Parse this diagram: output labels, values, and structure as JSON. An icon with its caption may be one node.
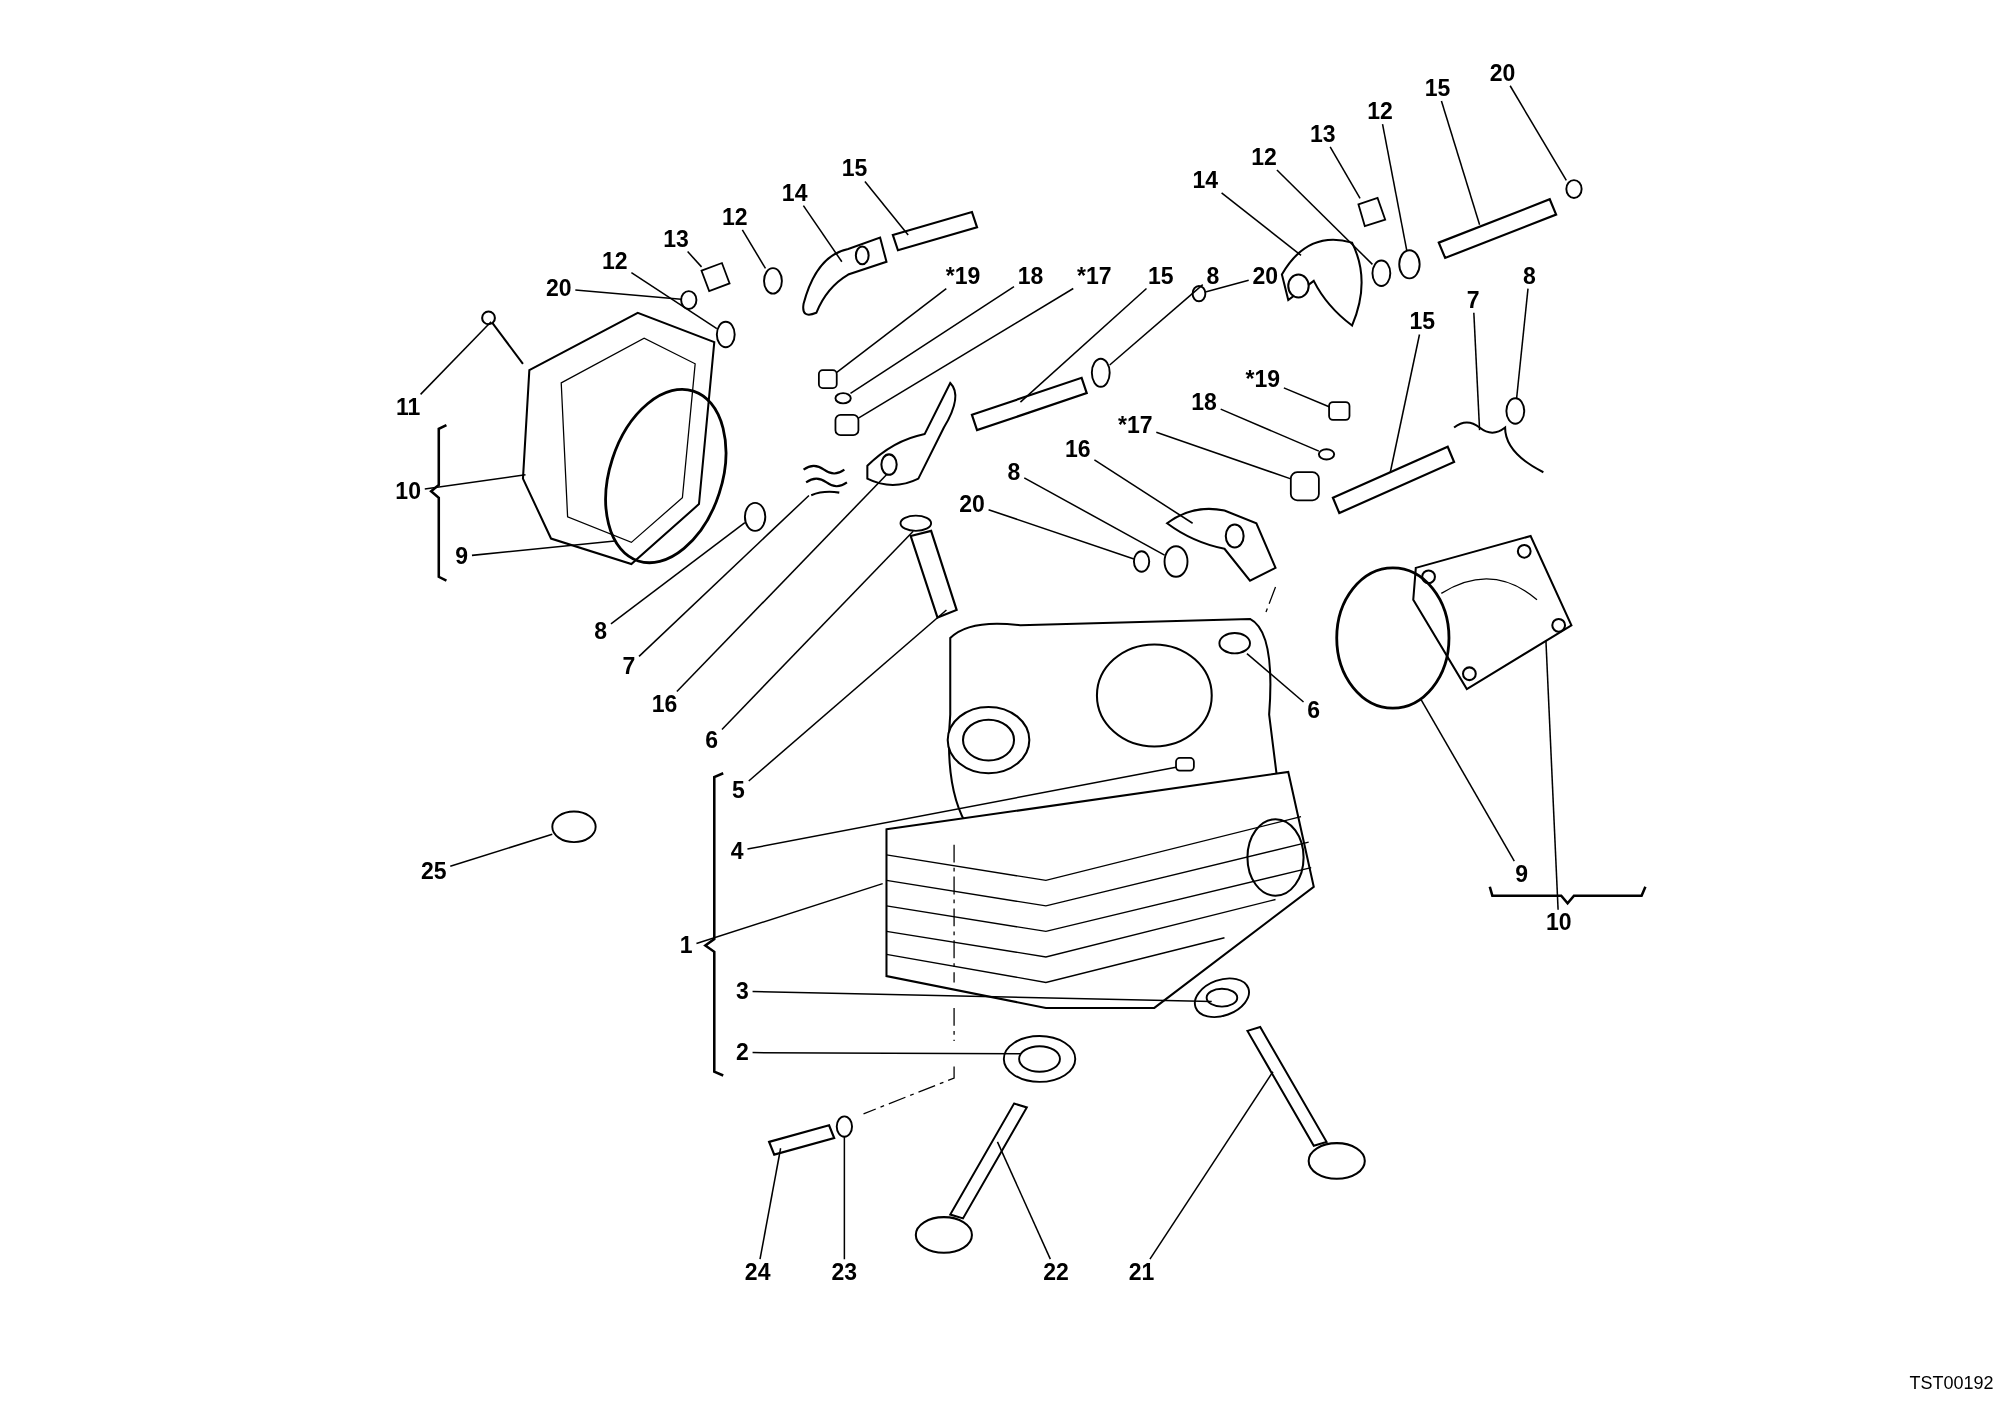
{
  "diagram": {
    "nodes": [
      {
        "text": [
          "15"
        ]
      },
      {
        "text": [
          "14"
        ]
      },
      {
        "text": [
          "12"
        ]
      },
      {
        "text": [
          "13"
        ]
      },
      {
        "text": [
          "12"
        ]
      },
      {
        "text": [
          "20"
        ]
      },
      {
        "text": [
          "*19"
        ]
      },
      {
        "text": [
          "18"
        ]
      },
      {
        "text": [
          "*17"
        ]
      },
      {
        "text": [
          "15"
        ]
      },
      {
        "text": [
          "8"
        ]
      },
      {
        "text": [
          "20"
        ]
      },
      {
        "text": [
          "11"
        ]
      },
      {
        "text": [
          "10"
        ]
      },
      {
        "text": [
          "9"
        ]
      },
      {
        "text": [
          "8"
        ]
      },
      {
        "text": [
          "7"
        ]
      },
      {
        "text": [
          "16"
        ]
      },
      {
        "text": [
          "6"
        ]
      },
      {
        "text": [
          "5"
        ]
      },
      {
        "text": [
          "4"
        ]
      },
      {
        "text": [
          "1"
        ]
      },
      {
        "text": [
          "3"
        ]
      },
      {
        "text": [
          "2"
        ]
      },
      {
        "text": [
          "25"
        ]
      },
      {
        "text": [
          "24"
        ]
      },
      {
        "text": [
          "23"
        ]
      },
      {
        "text": [
          "22"
        ]
      },
      {
        "text": [
          "21"
        ]
      },
      {
        "text": [
          "20"
        ]
      },
      {
        "text": [
          "15"
        ]
      },
      {
        "text": [
          "12"
        ]
      },
      {
        "text": [
          "13"
        ]
      },
      {
        "text": [
          "12"
        ]
      },
      {
        "text": [
          "14"
        ]
      },
      {
        "text": [
          "8"
        ]
      },
      {
        "text": [
          "7"
        ]
      },
      {
        "text": [
          "15"
        ]
      },
      {
        "text": [
          "*19"
        ]
      },
      {
        "text": [
          "18"
        ]
      },
      {
        "text": [
          "*17"
        ]
      },
      {
        "text": [
          "16"
        ]
      },
      {
        "text": [
          "8"
        ]
      },
      {
        "text": [
          "20"
        ]
      },
      {
        "text": [
          "6"
        ]
      },
      {
        "text": [
          "9"
        ]
      },
      {
        "text": [
          "10"
        ]
      },
      {
        "text": [],
        "shape": "bar"
      },
      {
        "text": [],
        "shape": "picture"
      },
      {
        "text": [],
        "shape": "circle"
      },
      {
        "text": [],
        "shape": "box"
      },
      {
        "text": [],
        "shape": "circle"
      },
      {
        "text": [],
        "shape": "circle"
      },
      {
        "text": [],
        "shape": "box"
      },
      {
        "text": [],
        "shape": "circle"
      },
      {
        "text": [],
        "shape": "box"
      },
      {
        "text": [],
        "shape": "bar"
      },
      {
        "text": [],
        "shape": "circle"
      },
      {
        "text": [],
        "shape": "circle"
      },
      {
        "text": [],
        "shape": "picture"
      },
      {
        "text": [],
        "shape": "picture"
      },
      {
        "text": [],
        "shape": "circle"
      },
      {
        "text": [],
        "shape": "circle"
      },
      {
        "text": [],
        "shape": "picture"
      },
      {
        "text": [],
        "shape": "picture"
      },
      {
        "text": [],
        "shape": "circle"
      },
      {
        "text": [],
        "shape": "bar"
      },
      {
        "text": [],
        "shape": "box"
      },
      {
        "text": [],
        "shape": "picture"
      },
      {
        "text": [],
        "shape": "circle"
      },
      {
        "text": [],
        "shape": "circle"
      },
      {
        "text": [],
        "shape": "circle"
      },
      {
        "text": [],
        "shape": "bar"
      },
      {
        "text": [],
        "shape": "circle"
      },
      {
        "text": [],
        "shape": "picture"
      },
      {
        "text": [],
        "shape": "picture"
      },
      {
        "text": [],
        "shape": "circle"
      },
      {
        "text": [],
        "shape": "bar"
      },
      {
        "text": [],
        "shape": "circle"
      },
      {
        "text": [],
        "shape": "box"
      },
      {
        "text": [],
        "shape": "circle"
      },
      {
        "text": [],
        "shape": "picture"
      },
      {
        "text": [],
        "shape": "circle"
      },
      {
        "text": [],
        "shape": "picture"
      },
      {
        "text": [],
        "shape": "bar"
      },
      {
        "text": [],
        "shape": "box"
      },
      {
        "text": [],
        "shape": "circle"
      },
      {
        "text": [],
        "shape": "box"
      },
      {
        "text": [],
        "shape": "picture"
      },
      {
        "text": [],
        "shape": "circle"
      },
      {
        "text": [],
        "shape": "circle"
      },
      {
        "text": [],
        "shape": "circle"
      },
      {
        "text": [],
        "shape": "circle"
      },
      {
        "text": [],
        "shape": "picture"
      }
    ],
    "edges": [
      {
        "from": 0,
        "to": 47,
        "arrow": "none"
      },
      {
        "from": 1,
        "to": 48,
        "arrow": "none"
      },
      {
        "from": 2,
        "to": 49,
        "arrow": "none"
      },
      {
        "from": 3,
        "to": 50,
        "arrow": "none"
      },
      {
        "from": 4,
        "to": 51,
        "arrow": "none"
      },
      {
        "from": 5,
        "to": 52,
        "arrow": "none"
      },
      {
        "from": 6,
        "to": 53,
        "arrow": "none"
      },
      {
        "from": 7,
        "to": 54,
        "arrow": "none"
      },
      {
        "from": 8,
        "to": 55,
        "arrow": "none"
      },
      {
        "from": 9,
        "to": 56,
        "arrow": "none"
      },
      {
        "from": 10,
        "to": 57,
        "arrow": "none"
      },
      {
        "from": 11,
        "to": 58,
        "arrow": "none"
      },
      {
        "from": 12,
        "to": 59,
        "arrow": "none"
      },
      {
        "from": 13,
        "to": 60,
        "arrow": "none"
      },
      {
        "from": 14,
        "to": 61,
        "arrow": "none"
      },
      {
        "from": 15,
        "to": 62,
        "arrow": "none"
      },
      {
        "from": 16,
        "to": 63,
        "arrow": "none"
      },
      {
        "from": 17,
        "to": 64,
        "arrow": "none"
      },
      {
        "from": 18,
        "to": 65,
        "arrow": "none"
      },
      {
        "from": 19,
        "to": 66,
        "arrow": "none"
      },
      {
        "from": 20,
        "to": 67,
        "arrow": "none"
      },
      {
        "from": 21,
        "to": 68,
        "arrow": "none"
      },
      {
        "from": 22,
        "to": 69,
        "arrow": "none"
      },
      {
        "from": 23,
        "to": 70,
        "arrow": "none"
      },
      {
        "from": 24,
        "to": 71,
        "arrow": "none"
      },
      {
        "from": 25,
        "to": 72,
        "arrow": "none"
      },
      {
        "from": 26,
        "to": 73,
        "arrow": "none"
      },
      {
        "from": 27,
        "to": 74,
        "arrow": "none"
      },
      {
        "from": 28,
        "to": 75,
        "arrow": "none"
      },
      {
        "from": 29,
        "to": 76,
        "arrow": "none"
      },
      {
        "from": 30,
        "to": 77,
        "arrow": "none"
      },
      {
        "from": 31,
        "to": 78,
        "arrow": "none"
      },
      {
        "from": 32,
        "to": 79,
        "arrow": "none"
      },
      {
        "from": 33,
        "to": 80,
        "arrow": "none"
      },
      {
        "from": 34,
        "to": 81,
        "arrow": "none"
      },
      {
        "from": 35,
        "to": 82,
        "arrow": "none"
      },
      {
        "from": 36,
        "to": 83,
        "arrow": "none"
      },
      {
        "from": 37,
        "to": 84,
        "arrow": "none"
      },
      {
        "from": 38,
        "to": 85,
        "arrow": "none"
      },
      {
        "from": 39,
        "to": 86,
        "arrow": "none"
      },
      {
        "from": 40,
        "to": 87,
        "arrow": "none"
      },
      {
        "from": 41,
        "to": 88,
        "arrow": "none"
      },
      {
        "from": 42,
        "to": 89,
        "arrow": "none"
      },
      {
        "from": 43,
        "to": 90,
        "arrow": "none"
      },
      {
        "from": 44,
        "to": 91,
        "arrow": "none"
      },
      {
        "from": 45,
        "to": 92,
        "arrow": "none"
      },
      {
        "from": 46,
        "to": 93,
        "arrow": "none"
      }
    ],
    "labels": [
      "TST00192"
    ]
  }
}
